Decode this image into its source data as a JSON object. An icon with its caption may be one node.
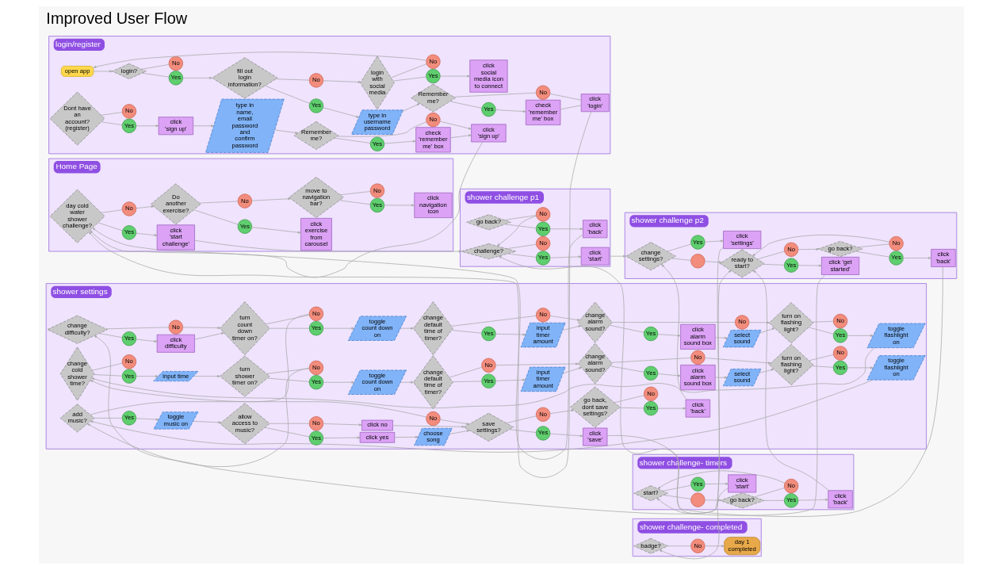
{
  "diagram": {
    "title": "Improved User Flow",
    "nodes": [
      {
        "text": [
          "login/register"
        ]
      },
      {
        "text": [
          "open app"
        ],
        "in": 0
      },
      {
        "text": [
          "login?"
        ],
        "in": 0
      },
      {
        "text": [
          "Yes"
        ],
        "in": 0
      },
      {
        "text": [
          "No"
        ],
        "in": 0
      },
      {
        "text": [
          "fill out login information?"
        ],
        "in": 0
      },
      {
        "text": [
          "Yes"
        ],
        "in": 0
      },
      {
        "text": [
          "No"
        ],
        "in": 0
      },
      {
        "text": [
          "type in username password"
        ],
        "in": 0
      },
      {
        "text": [
          "Remember me?"
        ],
        "in": 0
      },
      {
        "text": [
          "Yes"
        ],
        "in": 0
      },
      {
        "text": [
          "No"
        ],
        "in": 0
      },
      {
        "text": [
          "check 'remember me' box"
        ],
        "in": 0
      },
      {
        "text": [
          "click 'login'"
        ],
        "in": 0
      },
      {
        "text": [
          "login with social media"
        ],
        "in": 0
      },
      {
        "text": [
          "Yes"
        ],
        "in": 0
      },
      {
        "text": [
          "No"
        ],
        "in": 0
      },
      {
        "text": [
          "click social media icon to connect"
        ],
        "in": 0
      },
      {
        "text": [
          "Dont have an account? (register)"
        ],
        "in": 0
      },
      {
        "text": [
          "Yes"
        ],
        "in": 0
      },
      {
        "text": [
          "No"
        ],
        "in": 0
      },
      {
        "text": [
          "click 'sign up'"
        ],
        "in": 0
      },
      {
        "text": [
          "type in name, email password and confirm password"
        ],
        "in": 0
      },
      {
        "text": [
          "Remember me?"
        ],
        "in": 0
      },
      {
        "text": [
          "Yes"
        ],
        "in": 0
      },
      {
        "text": [
          "No"
        ],
        "in": 0
      },
      {
        "text": [
          "check 'remember me' box"
        ],
        "in": 0
      },
      {
        "text": [
          "click 'sign up'"
        ],
        "in": 0
      },
      {
        "text": [
          "Home Page"
        ]
      },
      {
        "text": [
          "day cold water shower challenge?"
        ],
        "in": 28
      },
      {
        "text": [
          "Yes"
        ],
        "in": 28
      },
      {
        "text": [
          "No"
        ],
        "in": 28
      },
      {
        "text": [
          "click 'start challenge'"
        ],
        "in": 28
      },
      {
        "text": [
          "Do another exercise?"
        ],
        "in": 28
      },
      {
        "text": [
          "Yes"
        ],
        "in": 28
      },
      {
        "text": [
          "No"
        ],
        "in": 28
      },
      {
        "text": [
          "click exercise from carousel"
        ],
        "in": 28
      },
      {
        "text": [
          "move to navigation bar?"
        ],
        "in": 28
      },
      {
        "text": [
          "Yes"
        ],
        "in": 28
      },
      {
        "text": [
          "No"
        ],
        "in": 28
      },
      {
        "text": [
          "click navigation icon"
        ],
        "in": 28
      },
      {
        "text": [
          "shower challenge p1"
        ]
      },
      {
        "text": [
          "challenge?"
        ],
        "in": 41
      },
      {
        "text": [
          "Yes"
        ],
        "in": 41
      },
      {
        "text": [
          "No"
        ],
        "in": 41
      },
      {
        "text": [
          "click 'start'"
        ],
        "in": 41
      },
      {
        "text": [
          "go back?"
        ],
        "in": 41
      },
      {
        "text": [
          "Yes"
        ],
        "in": 41
      },
      {
        "text": [
          "No"
        ],
        "in": 41
      },
      {
        "text": [
          "click 'back'"
        ],
        "in": 41
      },
      {
        "text": [
          "shower challenge p2"
        ]
      },
      {
        "text": [
          "change settings?"
        ],
        "in": 50
      },
      {
        "text": [],
        "shape": "circle",
        "in": 50
      },
      {
        "text": [
          "ready to start?"
        ],
        "in": 50
      },
      {
        "text": [
          "Yes"
        ],
        "in": 50
      },
      {
        "text": [
          "No"
        ],
        "in": 50
      },
      {
        "text": [
          "click 'get started'"
        ],
        "in": 50
      },
      {
        "text": [
          "go back?"
        ],
        "in": 50
      },
      {
        "text": [
          "Yes"
        ],
        "in": 50
      },
      {
        "text": [
          "No"
        ],
        "in": 50
      },
      {
        "text": [
          "click 'back'"
        ],
        "in": 50
      },
      {
        "text": [
          "Yes"
        ],
        "in": 50
      },
      {
        "text": [
          "click 'settings'"
        ],
        "in": 50
      },
      {
        "text": [
          "shower challenge- timers"
        ]
      },
      {
        "text": [
          "start?"
        ],
        "in": 63
      },
      {
        "text": [],
        "shape": "circle",
        "in": 63
      },
      {
        "text": [
          "go back?"
        ],
        "in": 63
      },
      {
        "text": [
          "Yes"
        ],
        "in": 63
      },
      {
        "text": [
          "No"
        ],
        "in": 63
      },
      {
        "text": [
          "click 'back'"
        ],
        "in": 63
      },
      {
        "text": [
          "Yes"
        ],
        "in": 63
      },
      {
        "text": [
          "click 'start'"
        ],
        "in": 63
      },
      {
        "text": [
          "shower challenge- completed"
        ]
      },
      {
        "text": [
          "badge?"
        ],
        "in": 72
      },
      {
        "text": [
          "No"
        ],
        "in": 72
      },
      {
        "text": [
          "day 1 completed"
        ],
        "in": 72
      },
      {
        "text": [
          "shower settings"
        ]
      },
      {
        "text": [
          "change difficulty?"
        ],
        "in": 76
      },
      {
        "text": [
          "Yes"
        ],
        "in": 76
      },
      {
        "text": [
          "No"
        ],
        "in": 76
      },
      {
        "text": [
          "click difficulty"
        ],
        "in": 76
      },
      {
        "text": [
          "turn count down timer on?"
        ],
        "in": 76
      },
      {
        "text": [
          "Yes"
        ],
        "in": 76
      },
      {
        "text": [
          "No"
        ],
        "in": 76
      },
      {
        "text": [
          "toggle count down on"
        ],
        "in": 76
      },
      {
        "text": [
          "change default time of timer?"
        ],
        "in": 76
      },
      {
        "text": [
          "Yes"
        ],
        "in": 76
      },
      {
        "text": [
          "No"
        ],
        "in": 76
      },
      {
        "text": [
          "input timer amount"
        ],
        "in": 76
      },
      {
        "text": [
          "change alarm sound?"
        ],
        "in": 76
      },
      {
        "text": [
          "Yes"
        ],
        "in": 76
      },
      {
        "text": [
          "No"
        ],
        "in": 76
      },
      {
        "text": [
          "click alarm sound box"
        ],
        "in": 76
      },
      {
        "text": [
          "select sound"
        ],
        "in": 76
      },
      {
        "text": [
          "turn on flashing light?"
        ],
        "in": 76
      },
      {
        "text": [
          "Yes"
        ],
        "in": 76
      },
      {
        "text": [
          "No"
        ],
        "in": 76
      },
      {
        "text": [
          "toggle flashlight on"
        ],
        "in": 76
      },
      {
        "text": [
          "change cold shower time?"
        ],
        "in": 76
      },
      {
        "text": [
          "Yes"
        ],
        "in": 76
      },
      {
        "text": [
          "No"
        ],
        "in": 76
      },
      {
        "text": [
          "input time"
        ],
        "in": 76
      },
      {
        "text": [
          "turn shower timer on?"
        ],
        "in": 76
      },
      {
        "text": [
          "Yes"
        ],
        "in": 76
      },
      {
        "text": [
          "No"
        ],
        "in": 76
      },
      {
        "text": [
          "toggle count down on"
        ],
        "in": 76
      },
      {
        "text": [
          "change default time of timer?"
        ],
        "in": 76
      },
      {
        "text": [
          "Yes"
        ],
        "in": 76
      },
      {
        "text": [
          "No"
        ],
        "in": 76
      },
      {
        "text": [
          "input timer amount"
        ],
        "in": 76
      },
      {
        "text": [
          "change alarm sound?"
        ],
        "in": 76
      },
      {
        "text": [
          "Yes"
        ],
        "in": 76
      },
      {
        "text": [
          "No"
        ],
        "in": 76
      },
      {
        "text": [
          "click alarm sound box"
        ],
        "in": 76
      },
      {
        "text": [
          "select sound"
        ],
        "in": 76
      },
      {
        "text": [
          "turn on flashing light?"
        ],
        "in": 76
      },
      {
        "text": [
          "Yes"
        ],
        "in": 76
      },
      {
        "text": [
          "No"
        ],
        "in": 76
      },
      {
        "text": [
          "toggle flashlight on"
        ],
        "in": 76
      },
      {
        "text": [
          "add music?"
        ],
        "in": 76
      },
      {
        "text": [
          "Yes"
        ],
        "in": 76
      },
      {
        "text": [
          "No"
        ],
        "in": 76
      },
      {
        "text": [
          "toggle music on"
        ],
        "in": 76
      },
      {
        "text": [
          "allow access to music?"
        ],
        "in": 76
      },
      {
        "text": [
          "Yes"
        ],
        "in": 76
      },
      {
        "text": [
          "No"
        ],
        "in": 76
      },
      {
        "text": [
          "click yes"
        ],
        "in": 76
      },
      {
        "text": [
          "click no"
        ],
        "in": 76
      },
      {
        "text": [
          "choose song"
        ],
        "in": 76
      },
      {
        "text": [
          "save settings?"
        ],
        "in": 76
      },
      {
        "text": [
          "Yes"
        ],
        "in": 76
      },
      {
        "text": [
          "No"
        ],
        "in": 76
      },
      {
        "text": [
          "click 'save'"
        ],
        "in": 76
      },
      {
        "text": [
          "go back, dont save settings?"
        ],
        "in": 76
      },
      {
        "text": [
          "Yes"
        ],
        "in": 76
      },
      {
        "text": [
          "No"
        ],
        "in": 76
      },
      {
        "text": [
          "click 'back'"
        ],
        "in": 76
      }
    ],
    "edges": [
      {
        "from": 1,
        "to": 2,
        "arrow": "to"
      },
      {
        "from": 2,
        "to": 3,
        "arrow": "none"
      },
      {
        "from": 2,
        "to": 4,
        "arrow": "none"
      },
      {
        "from": 3,
        "to": 5,
        "arrow": "to"
      },
      {
        "from": 5,
        "to": 6,
        "arrow": "none"
      },
      {
        "from": 5,
        "to": 7,
        "arrow": "none"
      },
      {
        "from": 6,
        "to": 8,
        "arrow": "to"
      },
      {
        "from": 8,
        "to": 9,
        "arrow": "to"
      },
      {
        "from": 9,
        "to": 10,
        "arrow": "none"
      },
      {
        "from": 9,
        "to": 11,
        "arrow": "none"
      },
      {
        "from": 10,
        "to": 12,
        "arrow": "to"
      },
      {
        "from": 12,
        "to": 13,
        "arrow": "none"
      },
      {
        "from": 11,
        "to": 13,
        "arrow": "none"
      },
      {
        "from": 13,
        "to": 29,
        "arrow": "to"
      },
      {
        "from": 7,
        "to": 14,
        "arrow": "to"
      },
      {
        "from": 14,
        "to": 15,
        "arrow": "none"
      },
      {
        "from": 14,
        "to": 16,
        "arrow": "none"
      },
      {
        "from": 15,
        "to": 17,
        "arrow": "to"
      },
      {
        "from": 16,
        "to": 1,
        "arrow": "to"
      },
      {
        "from": 18,
        "to": 19,
        "arrow": "none"
      },
      {
        "from": 18,
        "to": 20,
        "arrow": "none"
      },
      {
        "from": 19,
        "to": 21,
        "arrow": "to"
      },
      {
        "from": 21,
        "to": 22,
        "arrow": "to"
      },
      {
        "from": 22,
        "to": 23,
        "arrow": "to"
      },
      {
        "from": 23,
        "to": 24,
        "arrow": "none"
      },
      {
        "from": 23,
        "to": 25,
        "arrow": "none"
      },
      {
        "from": 24,
        "to": 26,
        "arrow": "to"
      },
      {
        "from": 26,
        "to": 27,
        "arrow": "to"
      },
      {
        "from": 25,
        "to": 27,
        "arrow": "to"
      },
      {
        "from": 27,
        "to": 29,
        "arrow": "to"
      },
      {
        "from": 29,
        "to": 30,
        "arrow": "none"
      },
      {
        "from": 29,
        "to": 31,
        "arrow": "none"
      },
      {
        "from": 30,
        "to": 32,
        "arrow": "to"
      },
      {
        "from": 32,
        "to": 42,
        "arrow": "to"
      },
      {
        "from": 31,
        "to": 33,
        "arrow": "to"
      },
      {
        "from": 33,
        "to": 34,
        "arrow": "none"
      },
      {
        "from": 33,
        "to": 35,
        "arrow": "none"
      },
      {
        "from": 34,
        "to": 36,
        "arrow": "to"
      },
      {
        "from": 35,
        "to": 37,
        "arrow": "to"
      },
      {
        "from": 37,
        "to": 38,
        "arrow": "none"
      },
      {
        "from": 37,
        "to": 39,
        "arrow": "none"
      },
      {
        "from": 38,
        "to": 40,
        "arrow": "to"
      },
      {
        "from": 42,
        "to": 43,
        "arrow": "none"
      },
      {
        "from": 42,
        "to": 44,
        "arrow": "none"
      },
      {
        "from": 43,
        "to": 45,
        "arrow": "to"
      },
      {
        "from": 45,
        "to": 51,
        "arrow": "to"
      },
      {
        "from": 46,
        "to": 47,
        "arrow": "none"
      },
      {
        "from": 46,
        "to": 48,
        "arrow": "none"
      },
      {
        "from": 47,
        "to": 49,
        "arrow": "to"
      },
      {
        "from": 48,
        "to": 42,
        "arrow": "to"
      },
      {
        "from": 49,
        "to": 29,
        "arrow": "to"
      },
      {
        "from": 51,
        "to": 52,
        "arrow": "none"
      },
      {
        "from": 51,
        "to": 61,
        "arrow": "none"
      },
      {
        "from": 52,
        "to": 53,
        "arrow": "to"
      },
      {
        "from": 53,
        "to": 54,
        "arrow": "none"
      },
      {
        "from": 53,
        "to": 55,
        "arrow": "none"
      },
      {
        "from": 54,
        "to": 56,
        "arrow": "to"
      },
      {
        "from": 55,
        "to": 57,
        "arrow": "to"
      },
      {
        "from": 57,
        "to": 58,
        "arrow": "none"
      },
      {
        "from": 57,
        "to": 59,
        "arrow": "none"
      },
      {
        "from": 58,
        "to": 60,
        "arrow": "to"
      },
      {
        "from": 59,
        "to": 53,
        "arrow": "to"
      },
      {
        "from": 61,
        "to": 62,
        "arrow": "to"
      },
      {
        "from": 62,
        "to": 77,
        "arrow": "to"
      },
      {
        "from": 56,
        "to": 64,
        "arrow": "to"
      },
      {
        "from": 60,
        "to": 42,
        "arrow": "to"
      },
      {
        "from": 64,
        "to": 65,
        "arrow": "none"
      },
      {
        "from": 64,
        "to": 70,
        "arrow": "none"
      },
      {
        "from": 65,
        "to": 66,
        "arrow": "to"
      },
      {
        "from": 66,
        "to": 67,
        "arrow": "none"
      },
      {
        "from": 66,
        "to": 68,
        "arrow": "none"
      },
      {
        "from": 67,
        "to": 69,
        "arrow": "to"
      },
      {
        "from": 68,
        "to": 64,
        "arrow": "to"
      },
      {
        "from": 69,
        "to": 53,
        "arrow": "to"
      },
      {
        "from": 70,
        "to": 71,
        "arrow": "to"
      },
      {
        "from": 71,
        "to": 73,
        "arrow": "to"
      },
      {
        "from": 73,
        "to": 74,
        "arrow": "none"
      },
      {
        "from": 74,
        "to": 75,
        "arrow": "to"
      },
      {
        "from": 77,
        "to": 78,
        "arrow": "none"
      },
      {
        "from": 77,
        "to": 79,
        "arrow": "none"
      },
      {
        "from": 78,
        "to": 80,
        "arrow": "to"
      },
      {
        "from": 80,
        "to": 81,
        "arrow": "to"
      },
      {
        "from": 79,
        "to": 81,
        "arrow": "to"
      },
      {
        "from": 81,
        "to": 82,
        "arrow": "none"
      },
      {
        "from": 81,
        "to": 83,
        "arrow": "none"
      },
      {
        "from": 82,
        "to": 84,
        "arrow": "to"
      },
      {
        "from": 84,
        "to": 85,
        "arrow": "to"
      },
      {
        "from": 83,
        "to": 98,
        "arrow": "to"
      },
      {
        "from": 85,
        "to": 86,
        "arrow": "none"
      },
      {
        "from": 85,
        "to": 87,
        "arrow": "none"
      },
      {
        "from": 86,
        "to": 88,
        "arrow": "to"
      },
      {
        "from": 88,
        "to": 89,
        "arrow": "to"
      },
      {
        "from": 87,
        "to": 89,
        "arrow": "to"
      },
      {
        "from": 89,
        "to": 90,
        "arrow": "none"
      },
      {
        "from": 89,
        "to": 91,
        "arrow": "none"
      },
      {
        "from": 90,
        "to": 92,
        "arrow": "to"
      },
      {
        "from": 92,
        "to": 93,
        "arrow": "to"
      },
      {
        "from": 93,
        "to": 94,
        "arrow": "to"
      },
      {
        "from": 91,
        "to": 94,
        "arrow": "to"
      },
      {
        "from": 94,
        "to": 95,
        "arrow": "none"
      },
      {
        "from": 94,
        "to": 96,
        "arrow": "none"
      },
      {
        "from": 95,
        "to": 97,
        "arrow": "to"
      },
      {
        "from": 97,
        "to": 98,
        "arrow": "to"
      },
      {
        "from": 98,
        "to": 99,
        "arrow": "none"
      },
      {
        "from": 98,
        "to": 100,
        "arrow": "none"
      },
      {
        "from": 99,
        "to": 101,
        "arrow": "to"
      },
      {
        "from": 101,
        "to": 102,
        "arrow": "to"
      },
      {
        "from": 102,
        "to": 103,
        "arrow": "none"
      },
      {
        "from": 102,
        "to": 104,
        "arrow": "none"
      },
      {
        "from": 103,
        "to": 105,
        "arrow": "to"
      },
      {
        "from": 105,
        "to": 106,
        "arrow": "to"
      },
      {
        "from": 104,
        "to": 119,
        "arrow": "to"
      },
      {
        "from": 106,
        "to": 107,
        "arrow": "none"
      },
      {
        "from": 106,
        "to": 108,
        "arrow": "none"
      },
      {
        "from": 107,
        "to": 109,
        "arrow": "to"
      },
      {
        "from": 109,
        "to": 110,
        "arrow": "to"
      },
      {
        "from": 108,
        "to": 110,
        "arrow": "to"
      },
      {
        "from": 110,
        "to": 111,
        "arrow": "none"
      },
      {
        "from": 110,
        "to": 112,
        "arrow": "none"
      },
      {
        "from": 111,
        "to": 113,
        "arrow": "to"
      },
      {
        "from": 113,
        "to": 114,
        "arrow": "to"
      },
      {
        "from": 114,
        "to": 115,
        "arrow": "to"
      },
      {
        "from": 112,
        "to": 115,
        "arrow": "to"
      },
      {
        "from": 115,
        "to": 116,
        "arrow": "none"
      },
      {
        "from": 115,
        "to": 117,
        "arrow": "none"
      },
      {
        "from": 116,
        "to": 118,
        "arrow": "to"
      },
      {
        "from": 118,
        "to": 119,
        "arrow": "to"
      },
      {
        "from": 119,
        "to": 120,
        "arrow": "none"
      },
      {
        "from": 119,
        "to": 121,
        "arrow": "none"
      },
      {
        "from": 120,
        "to": 122,
        "arrow": "to"
      },
      {
        "from": 122,
        "to": 123,
        "arrow": "to"
      },
      {
        "from": 123,
        "to": 124,
        "arrow": "none"
      },
      {
        "from": 123,
        "to": 125,
        "arrow": "none"
      },
      {
        "from": 124,
        "to": 126,
        "arrow": "to"
      },
      {
        "from": 125,
        "to": 127,
        "arrow": "to"
      },
      {
        "from": 126,
        "to": 128,
        "arrow": "to"
      },
      {
        "from": 128,
        "to": 129,
        "arrow": "to"
      },
      {
        "from": 127,
        "to": 129,
        "arrow": "to"
      },
      {
        "from": 121,
        "to": 129,
        "arrow": "to"
      },
      {
        "from": 129,
        "to": 130,
        "arrow": "none"
      },
      {
        "from": 129,
        "to": 131,
        "arrow": "none"
      },
      {
        "from": 130,
        "to": 132,
        "arrow": "to"
      },
      {
        "from": 131,
        "to": 133,
        "arrow": "to"
      },
      {
        "from": 132,
        "to": 53,
        "arrow": "to"
      },
      {
        "from": 133,
        "to": 134,
        "arrow": "none"
      },
      {
        "from": 133,
        "to": 135,
        "arrow": "none"
      },
      {
        "from": 134,
        "to": 136,
        "arrow": "to"
      },
      {
        "from": 136,
        "to": 51,
        "arrow": "to"
      }
    ]
  }
}
